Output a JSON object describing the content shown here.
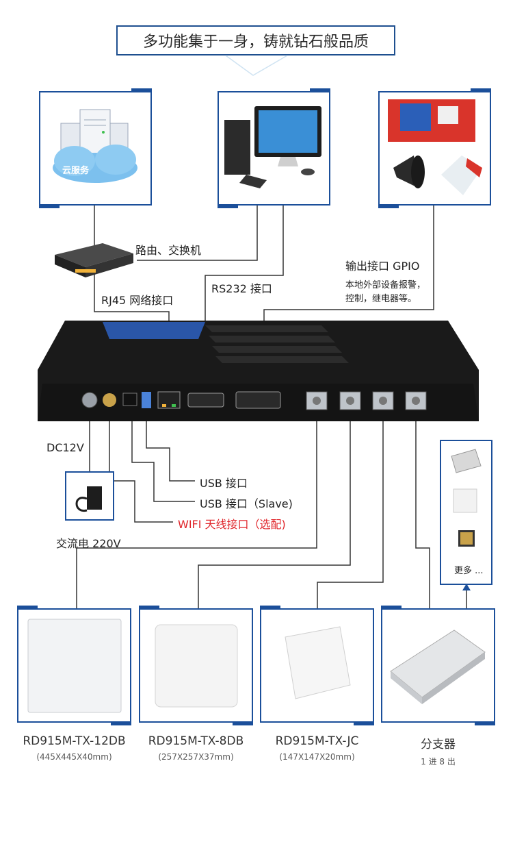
{
  "title": "多功能集于一身，铸就钻石般品质",
  "top": {
    "cloud_label": "云服务",
    "router_label": "路由、交换机",
    "rj45_label": "RJ45 网络接口",
    "rs232_label": "RS232 接口",
    "gpio_label": "输出接口 GPIO",
    "gpio_desc_1": "本地外部设备报警，",
    "gpio_desc_2": "控制，继电器等。"
  },
  "left": {
    "dc_label": "DC12V",
    "ac_label": "交流电 220V",
    "usb_label": "USB 接口",
    "usb_slave_label": "USB 接口（Slave)",
    "wifi_label": "WIFI 天线接口（选配)"
  },
  "more_label": "更多 ...",
  "products": [
    {
      "name": "RD915M-TX-12DB",
      "dim": "(445X445X40mm)"
    },
    {
      "name": "RD915M-TX-8DB",
      "dim": "(257X257X37mm)"
    },
    {
      "name": "RD915M-TX-JC",
      "dim": "(147X147X20mm)"
    },
    {
      "name": "分支器",
      "dim": "1 进 8 出"
    }
  ],
  "colors": {
    "frame": "#1b4f9a",
    "wire": "#333333",
    "warning": "#e0262b"
  }
}
